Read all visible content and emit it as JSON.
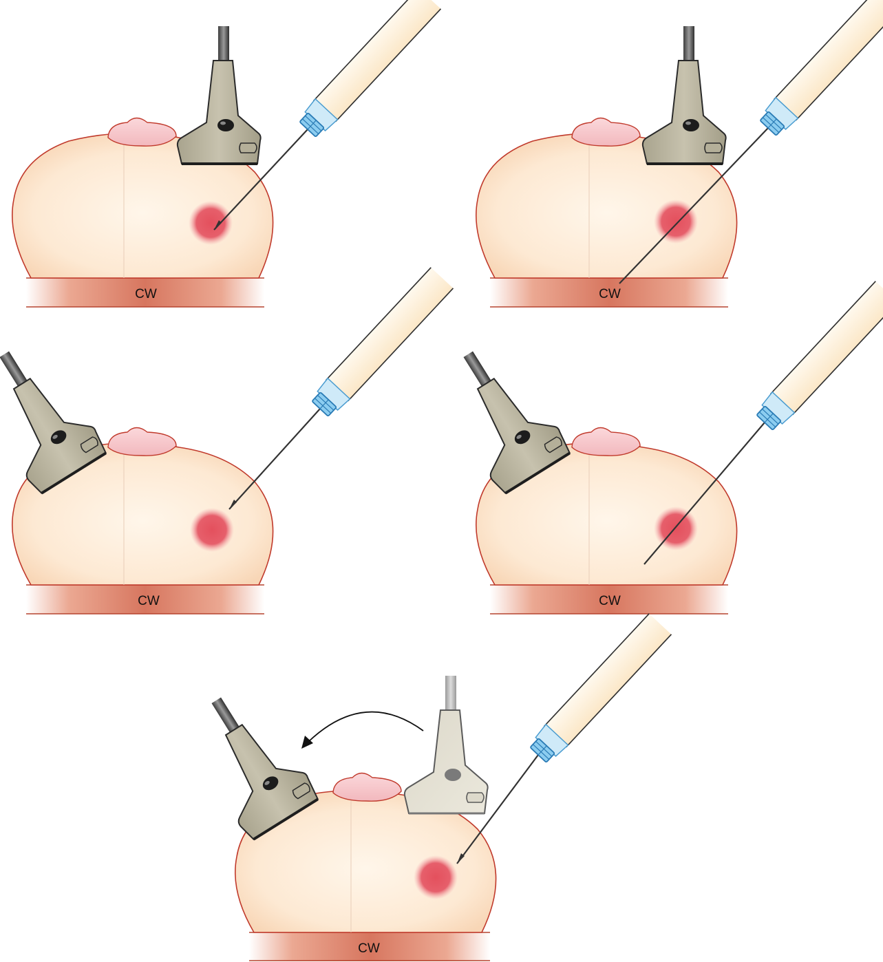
{
  "figure": {
    "panels": [
      {
        "id": "panel-1",
        "chest_wall_label": "CW",
        "probe_pose": "upright",
        "needle_tip": "at-lesion"
      },
      {
        "id": "panel-2",
        "chest_wall_label": "CW",
        "probe_pose": "upright",
        "needle_tip": "past-lesion-to-chest-wall"
      },
      {
        "id": "panel-3",
        "chest_wall_label": "CW",
        "probe_pose": "tilted",
        "needle_tip": "at-lesion"
      },
      {
        "id": "panel-4",
        "chest_wall_label": "CW",
        "probe_pose": "tilted",
        "needle_tip": "through-lesion"
      },
      {
        "id": "panel-5",
        "chest_wall_label": "CW",
        "probe_pose": "repositioning",
        "needle_tip": "at-lesion"
      }
    ],
    "colors": {
      "breast_fill": "#fde8cf",
      "breast_outline": "#c0392b",
      "lesion": "#e0525e",
      "nipple": "#f6c3c7",
      "probe": "#bdb8a4",
      "probe_faded": "#e2ded0",
      "syringe": "#fdf2df",
      "hub": "#7fc4ea",
      "chest_wall": "#d7765f"
    },
    "icons": [
      "ultrasound-probe-icon",
      "syringe-needle-icon",
      "lesion-icon",
      "nipple-icon",
      "arrow-icon"
    ]
  }
}
